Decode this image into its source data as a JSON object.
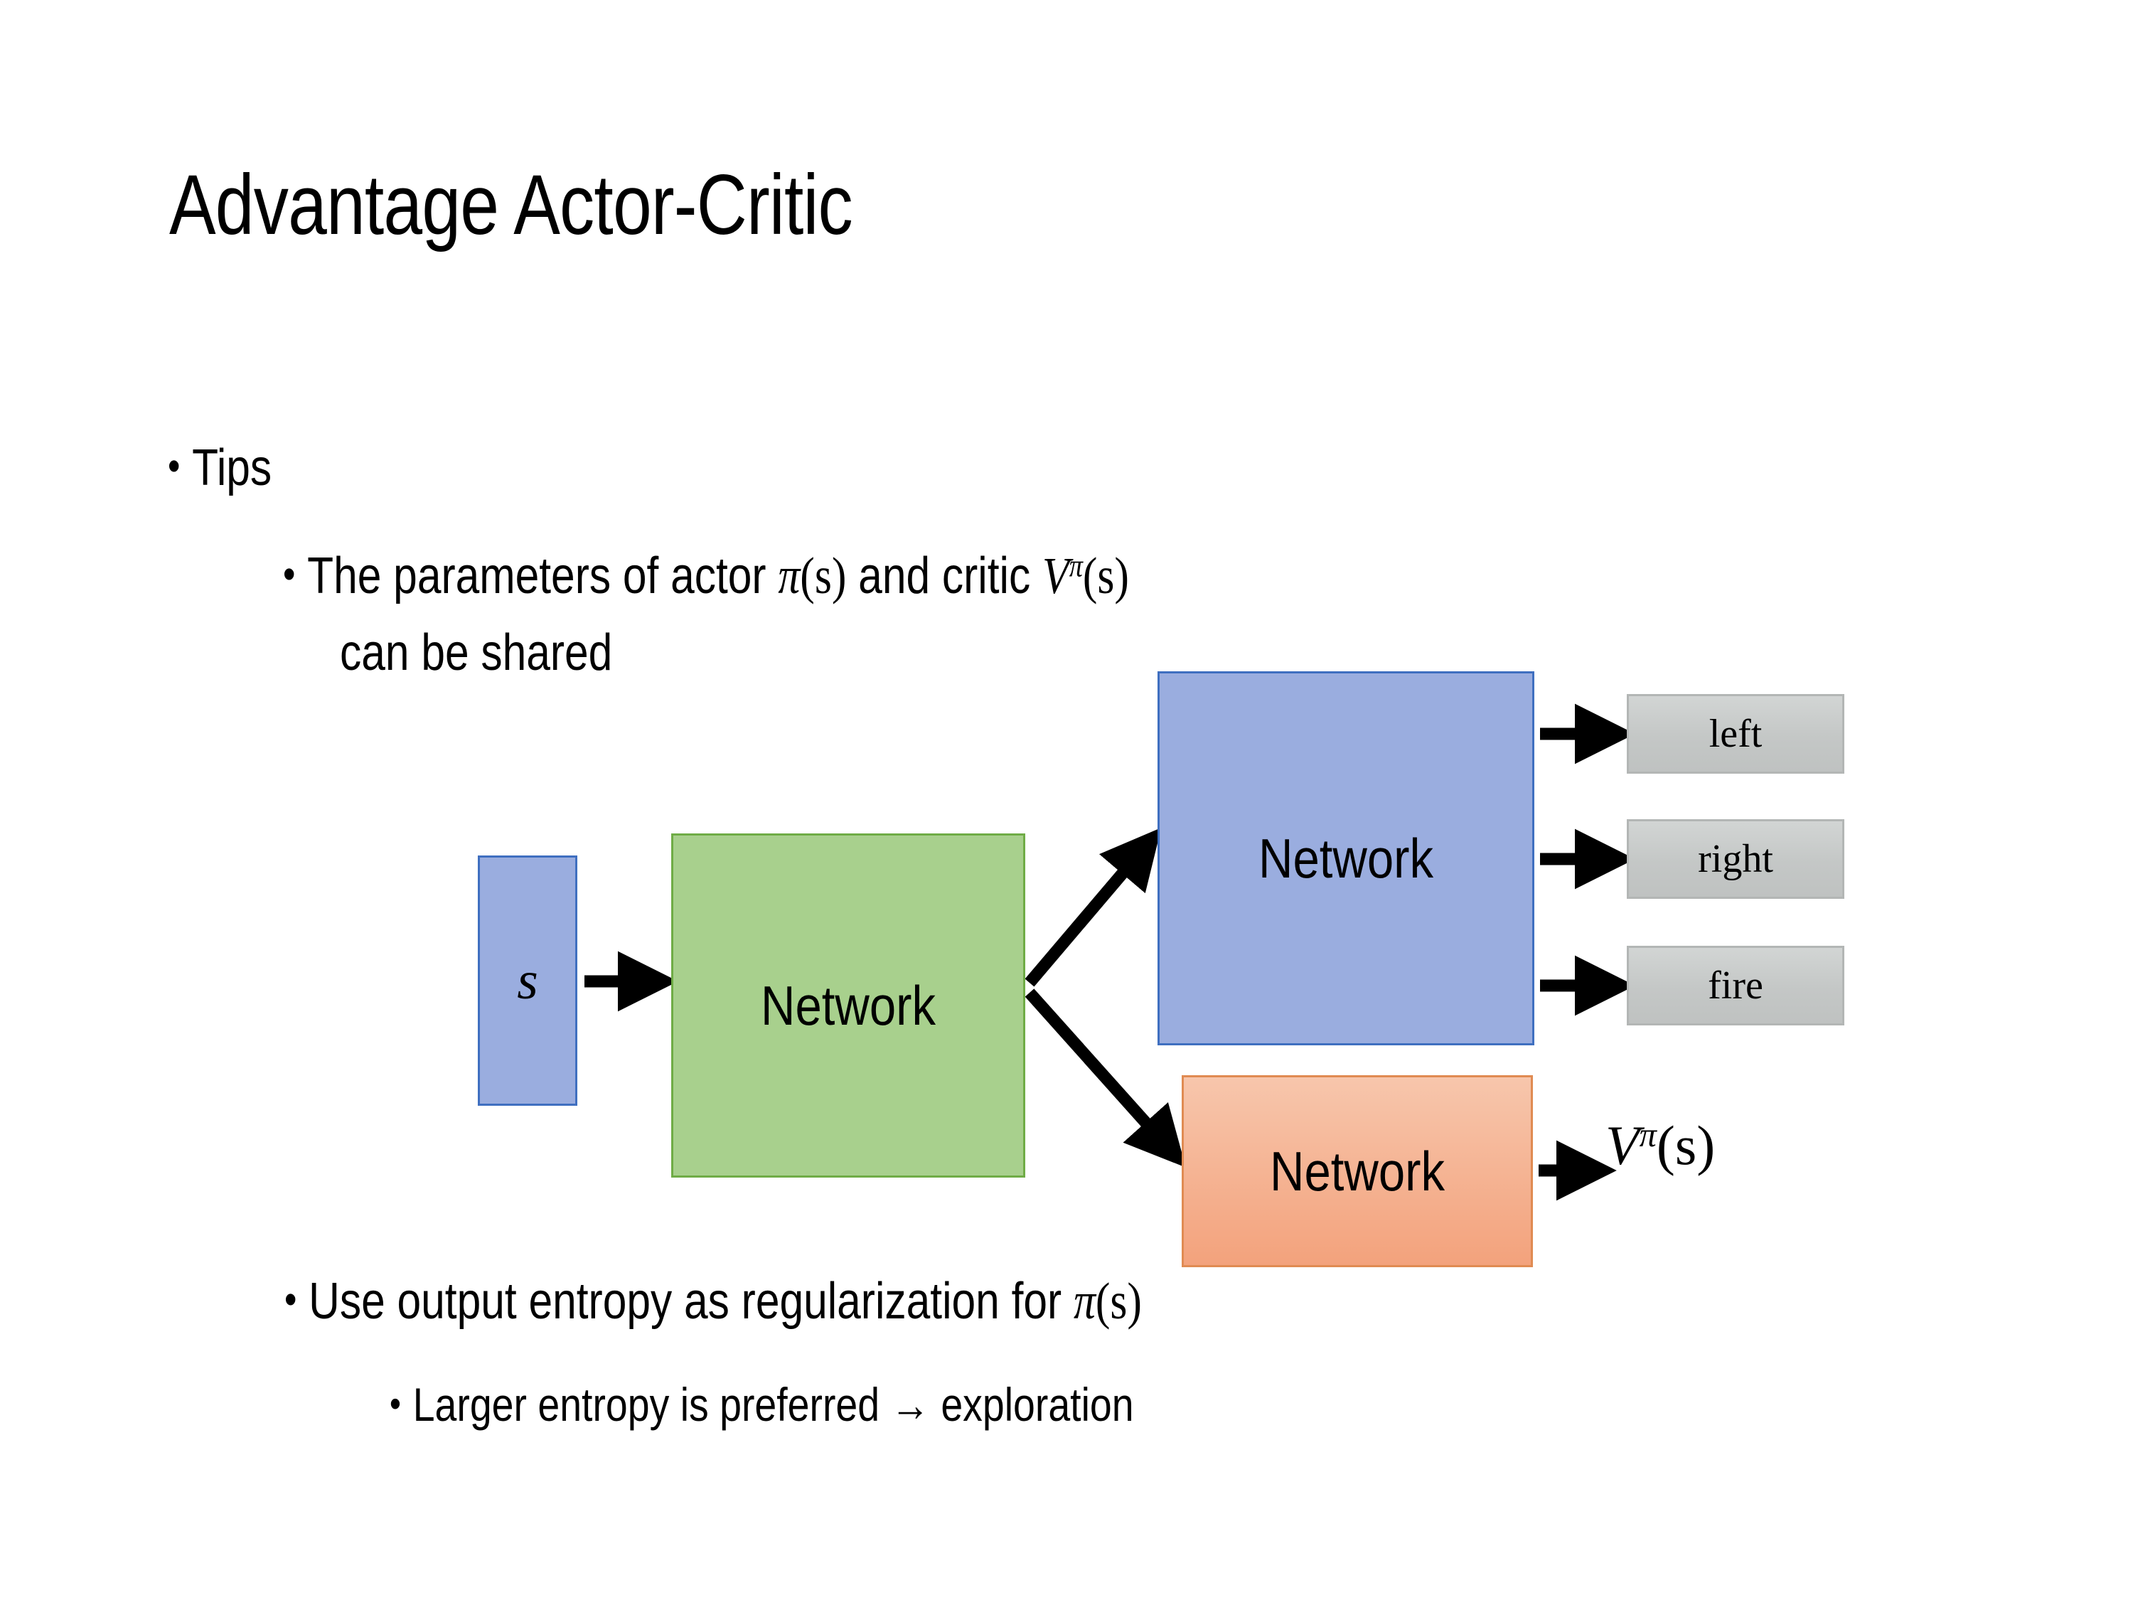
{
  "slide": {
    "title": "Advantage Actor-Critic",
    "background_color": "#FFFFFF"
  },
  "bullets": {
    "tips": "Tips",
    "parameters_line1_pre": "The parameters of actor ",
    "parameters_actor_symbol": "π",
    "parameters_actor_arg": "(s)",
    "parameters_mid": "  and critic ",
    "parameters_critic_symbol": "V",
    "parameters_critic_sup": "π",
    "parameters_critic_arg": "(s)",
    "parameters_line2": "can be shared",
    "entropy_pre": "Use output entropy as regularization for ",
    "entropy_symbol": "π",
    "entropy_arg": "(s)",
    "larger": "Larger entropy is preferred → exploration",
    "bullet_glyph": "•"
  },
  "diagram": {
    "state_box": {
      "label": "s",
      "fill": "#9AADDF",
      "border": "#3F6FC0"
    },
    "shared_network": {
      "label": "Network",
      "fill": "#A8D08D",
      "border": "#6FAC46"
    },
    "actor_network": {
      "label": "Network",
      "fill": "#9AADDF",
      "border": "#3F6FC0"
    },
    "critic_network": {
      "label": "Network",
      "fill": "#F3A27C",
      "border": "#E08B52"
    },
    "action_outputs": [
      {
        "label": "left",
        "fill": "#C8CBCA",
        "border": "#B3B6B5"
      },
      {
        "label": "right",
        "fill": "#C8CBCA",
        "border": "#B3B6B5"
      },
      {
        "label": "fire",
        "fill": "#C8CBCA",
        "border": "#B3B6B5"
      }
    ],
    "value_output": {
      "symbol": "V",
      "superscript": "π",
      "argument": "(s)"
    },
    "arrow_color": "#000000"
  }
}
